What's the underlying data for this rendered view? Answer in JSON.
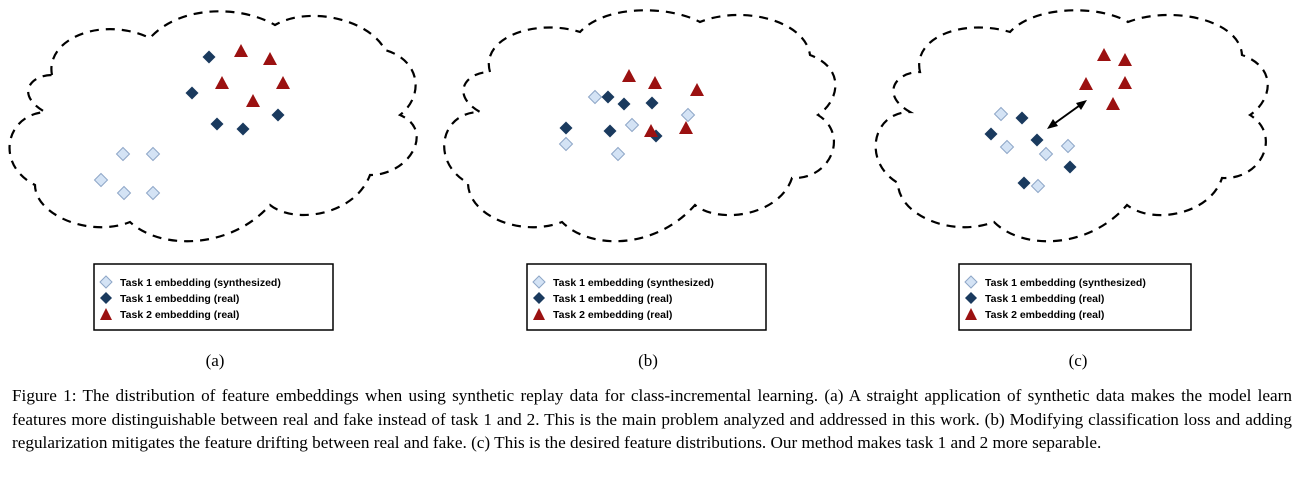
{
  "colors": {
    "synthesized_fill": "#d4e3f5",
    "synthesized_stroke": "#8ea6c7",
    "real_task1": "#1a3a5e",
    "real_task2": "#9b1111"
  },
  "legend": {
    "items": [
      {
        "marker": "diamond-light",
        "label": "Task 1 embedding (synthesized)"
      },
      {
        "marker": "diamond-dark",
        "label": "Task 1 embedding (real)"
      },
      {
        "marker": "triangle-red",
        "label": "Task 2 embedding (real)"
      }
    ]
  },
  "panels": [
    {
      "label": "(a)",
      "synthesized": [
        [
          123,
          154
        ],
        [
          153,
          154
        ],
        [
          101,
          180
        ],
        [
          124,
          193
        ],
        [
          153,
          193
        ]
      ],
      "real_task1": [
        [
          209,
          57
        ],
        [
          192,
          93
        ],
        [
          278,
          115
        ],
        [
          217,
          124
        ],
        [
          243,
          129
        ]
      ],
      "task2": [
        [
          241,
          51
        ],
        [
          270,
          59
        ],
        [
          222,
          83
        ],
        [
          283,
          83
        ],
        [
          253,
          101
        ]
      ],
      "arrow": false
    },
    {
      "label": "(b)",
      "synthesized": [
        [
          595,
          97
        ],
        [
          688,
          115
        ],
        [
          632,
          125
        ],
        [
          566,
          144
        ],
        [
          618,
          154
        ]
      ],
      "real_task1": [
        [
          608,
          97
        ],
        [
          624,
          104
        ],
        [
          652,
          103
        ],
        [
          566,
          128
        ],
        [
          610,
          131
        ],
        [
          656,
          136
        ]
      ],
      "task2": [
        [
          629,
          76
        ],
        [
          655,
          83
        ],
        [
          697,
          90
        ],
        [
          686,
          128
        ],
        [
          651,
          131
        ]
      ],
      "arrow": false
    },
    {
      "label": "(c)",
      "synthesized": [
        [
          1001,
          114
        ],
        [
          1007,
          147
        ],
        [
          1046,
          154
        ],
        [
          1068,
          146
        ],
        [
          1038,
          186
        ]
      ],
      "real_task1": [
        [
          1022,
          118
        ],
        [
          991,
          134
        ],
        [
          1037,
          140
        ],
        [
          1070,
          167
        ],
        [
          1024,
          183
        ]
      ],
      "task2": [
        [
          1104,
          55
        ],
        [
          1125,
          60
        ],
        [
          1086,
          84
        ],
        [
          1125,
          83
        ],
        [
          1113,
          104
        ]
      ],
      "arrow": true
    }
  ],
  "caption": {
    "prefix": "Figure 1:",
    "text": "The distribution of feature embeddings when using synthetic replay data for class-incremental learning. (a) A straight application of synthetic data makes the model learn features more distinguishable between real and fake instead of task 1 and 2.  This is the main problem analyzed and addressed in this work.  (b) Modifying classification loss and adding regularization mitigates the feature drifting between real and fake. (c) This is the desired feature distributions. Our method makes task 1 and 2 more separable."
  }
}
